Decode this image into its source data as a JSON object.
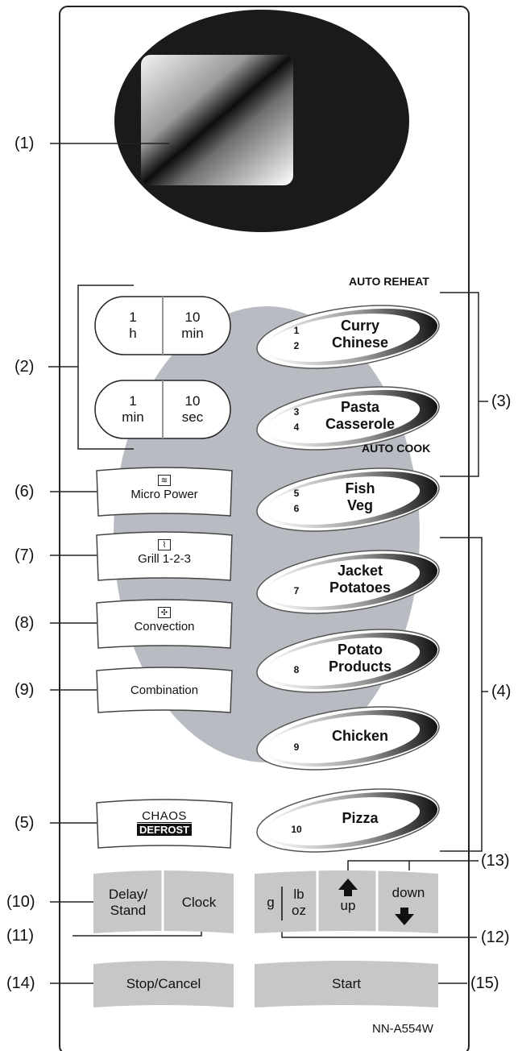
{
  "callouts": [
    "(1)",
    "(2)",
    "(3)",
    "(4)",
    "(5)",
    "(6)",
    "(7)",
    "(8)",
    "(9)",
    "(10)",
    "(11)",
    "(12)",
    "(13)",
    "(14)",
    "(15)"
  ],
  "headers": {
    "auto_reheat": "AUTO REHEAT",
    "auto_cook": "AUTO COOK"
  },
  "time_buttons": {
    "row1": [
      {
        "top": "1",
        "bottom": "h"
      },
      {
        "top": "10",
        "bottom": "min"
      }
    ],
    "row2": [
      {
        "top": "1",
        "bottom": "min"
      },
      {
        "top": "10",
        "bottom": "sec"
      }
    ]
  },
  "program_buttons": {
    "micro_power": "Micro Power",
    "grill": "Grill 1-2-3",
    "convection": "Convection",
    "combination": "Combination"
  },
  "chaos_defrost": {
    "top": "CHAOS",
    "bottom": "DEFROST"
  },
  "cook_buttons": [
    {
      "num1": "1",
      "num2": "2",
      "line1": "Curry",
      "line2": "Chinese"
    },
    {
      "num1": "3",
      "num2": "4",
      "line1": "Pasta",
      "line2": "Casserole"
    },
    {
      "num1": "5",
      "num2": "6",
      "line1": "Fish",
      "line2": "Veg"
    },
    {
      "num1": "",
      "num2": "7",
      "line1": "Jacket",
      "line2": "Potatoes"
    },
    {
      "num1": "",
      "num2": "8",
      "line1": "Potato",
      "line2": "Products"
    },
    {
      "num1": "",
      "num2": "9",
      "line1": "",
      "line2": "Chicken"
    },
    {
      "num1": "",
      "num2": "10",
      "line1": "",
      "line2": "Pizza"
    }
  ],
  "bottom_buttons": {
    "delay_stand": [
      "Delay/",
      "Stand"
    ],
    "clock": "Clock",
    "weight": {
      "g": "g",
      "lb": "lb",
      "oz": "oz"
    },
    "up": "up",
    "down": "down",
    "stop_cancel": "Stop/Cancel",
    "start": "Start"
  },
  "model": "NN-A554W",
  "colors": {
    "panel_grey": "#b8bcc2",
    "button_grey": "#c6c7c9",
    "display_dark": "#1a1a1a"
  }
}
